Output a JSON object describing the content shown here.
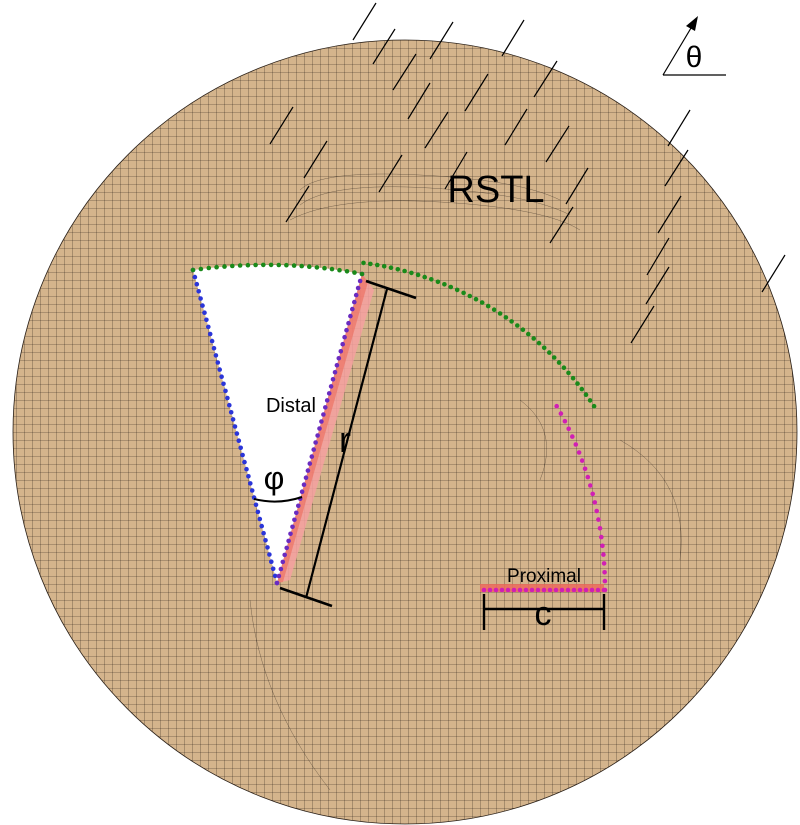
{
  "labels": {
    "rstl": "RSTL",
    "theta": "θ",
    "distal": "Distal",
    "proximal": "Proximal",
    "phi": "φ",
    "r": "r",
    "c": "c"
  },
  "colors": {
    "background": "#ffffff",
    "mesh_fill": "#d4b48c",
    "mesh_line": "#2a2018",
    "distal_edge": "#2b35d8",
    "arc_edge": "#1a8a1a",
    "proximal_edge": "#d01fb4",
    "distal_highlight": "#f4a0a0",
    "proximal_highlight": "#ec6a5a",
    "ink": "#000000"
  }
}
